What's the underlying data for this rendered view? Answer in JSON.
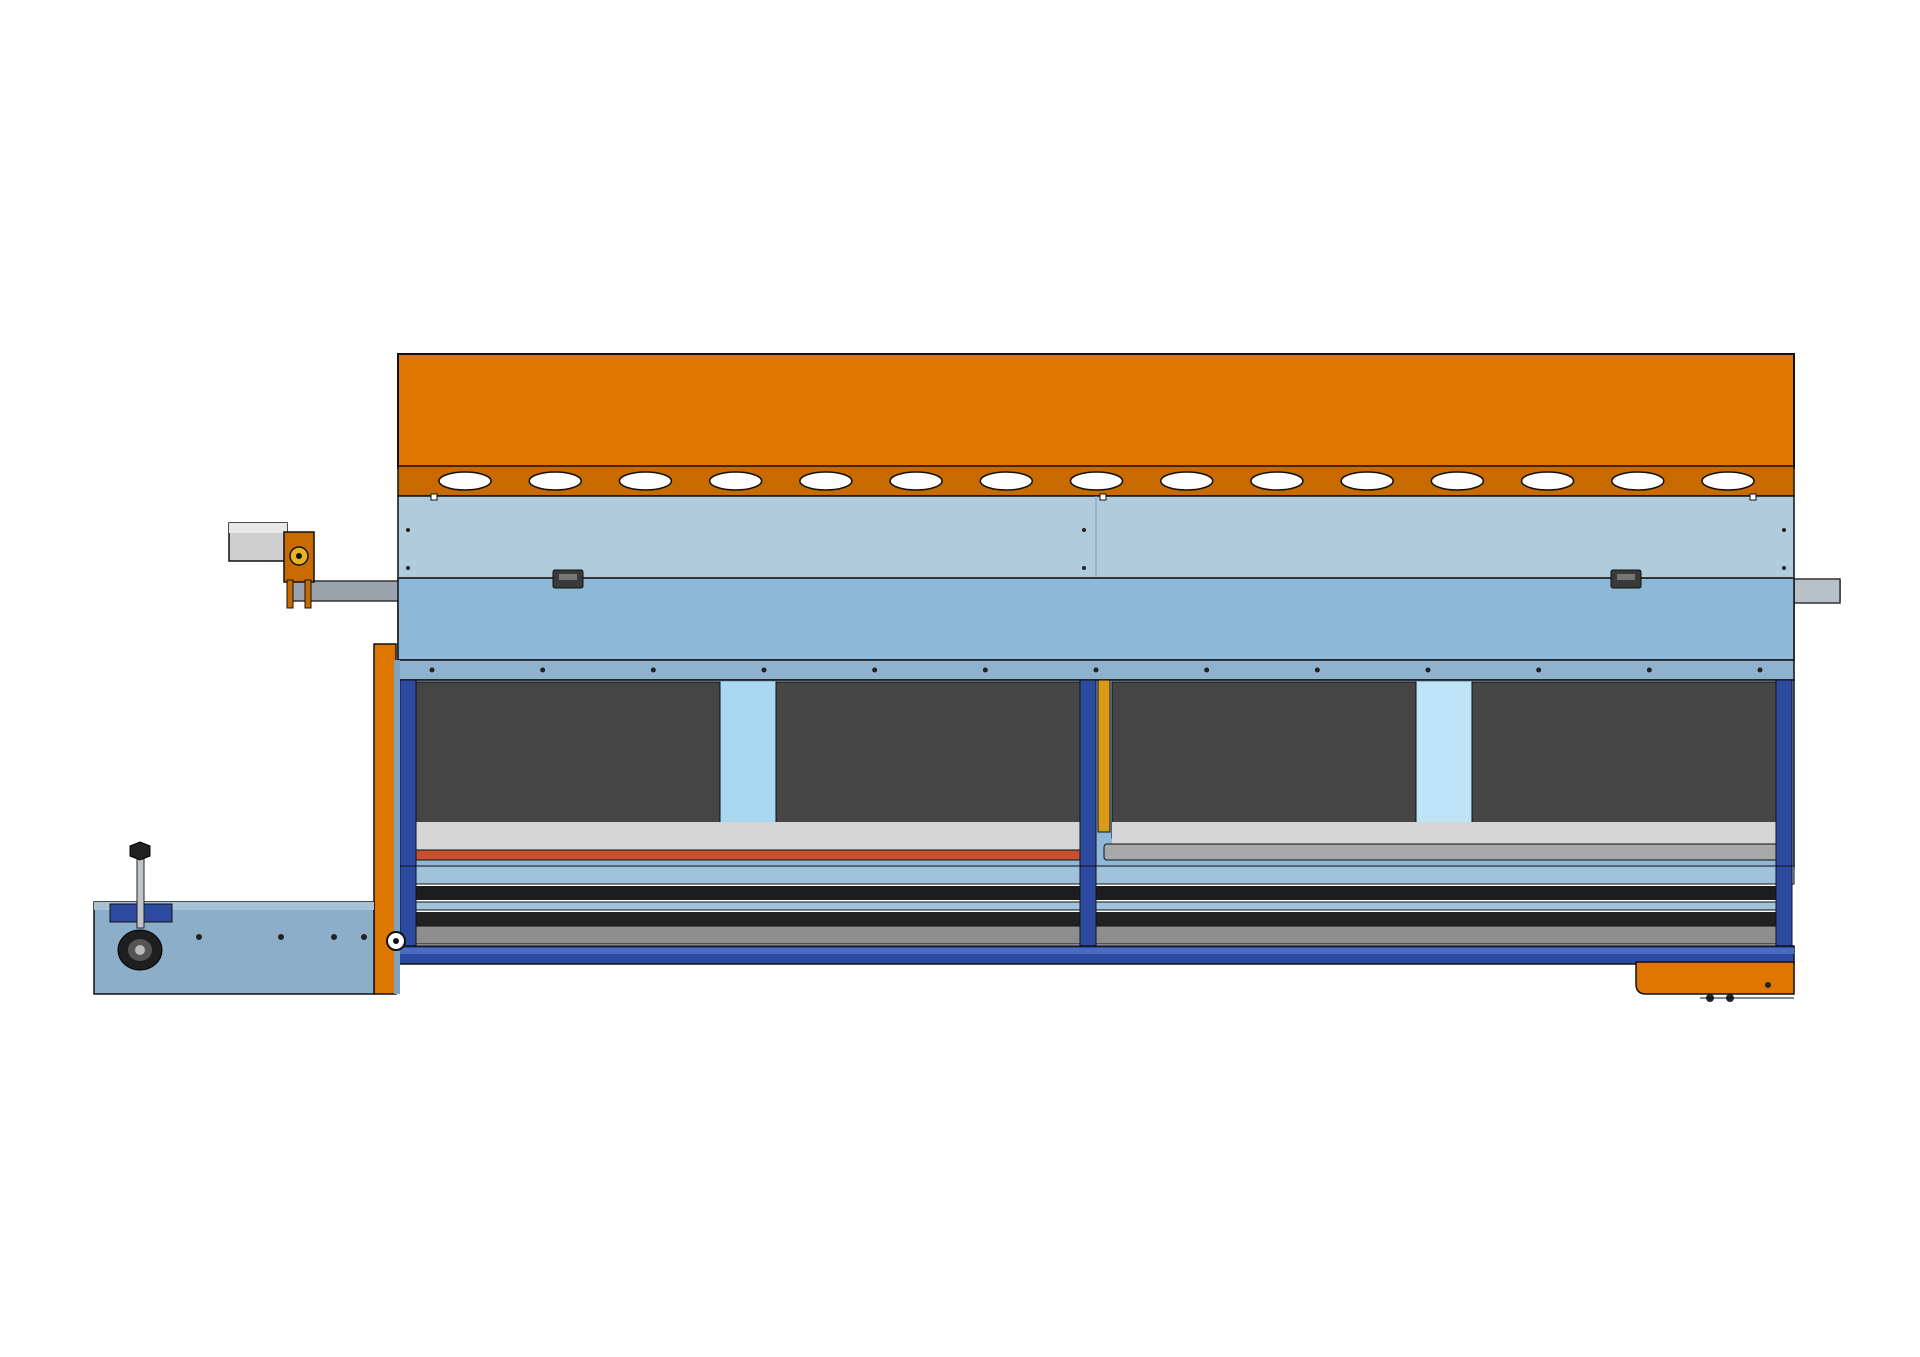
{
  "drawing": {
    "view": "front elevation",
    "labels": []
  },
  "colors": {
    "background": "#ffffff",
    "orange": "#de7701",
    "orange_dark": "#c96a00",
    "panel_light": "#b0cbdc",
    "panel_mid": "#8db8d7",
    "frame_blue": "#2c4aa0",
    "dark_window": "#444444",
    "light_window": "#a9d8f2",
    "red_strip": "#c8502f",
    "grey_strip": "#a8a8a8",
    "steel": "#8f99a3",
    "base_blue": "#8daec9",
    "outline": "#111111"
  },
  "components": {
    "slot_count": 15,
    "window_bays": 4,
    "clamps": 2
  }
}
